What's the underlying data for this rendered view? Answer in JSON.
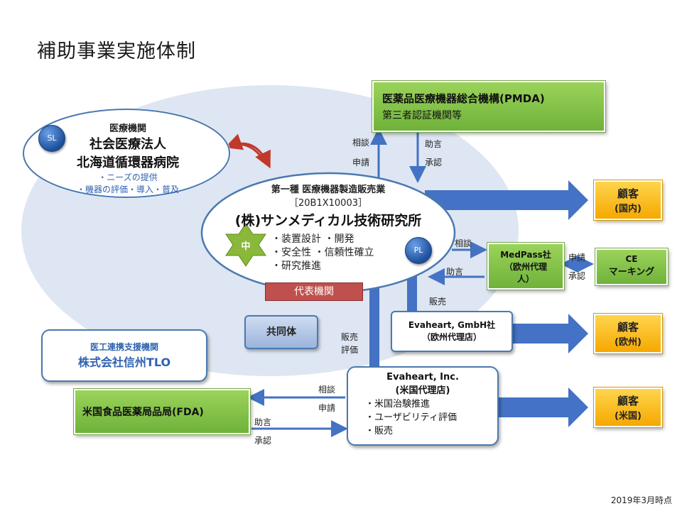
{
  "title": "補助事業実施体制",
  "date_note": "2019年3月時点",
  "medical": {
    "badge": "SL",
    "line1": "医療機関",
    "line2": "社会医療法人",
    "line3": "北海道循環器病院",
    "bullet1": "・ニーズの提供",
    "bullet2": "・機器の評価・導入・普及"
  },
  "main_org": {
    "line1": "第一種 医療機器製造販売業",
    "line2": "［20B1X10003］",
    "name": "(株)サンメディカル技術研究所",
    "bullets": [
      "・装置設計 ・開発",
      "・安全性 ・信頼性確立",
      "・研究推進"
    ],
    "star": "中",
    "badge": "PL",
    "rep_label": "代表機関"
  },
  "joint_label": "共同体",
  "pmda": {
    "line1": "医薬品医療機器総合機構(PMDA)",
    "line2": "第三者認証機関等"
  },
  "medpass": {
    "line1": "MedPass社",
    "line2": "（欧州代理",
    "line3": "人）"
  },
  "ce": {
    "line1": "CE",
    "line2": "マーキング"
  },
  "gmbh": {
    "line1": "Evaheart, GmbH社",
    "line2": "（欧州代理店）"
  },
  "inc": {
    "line1": "Evaheart, Inc.",
    "line2": "(米国代理店)",
    "bullets": [
      "・米国治験推進",
      "・ユーザビリティ評価",
      "・販売"
    ]
  },
  "fda": "米国食品医薬局品局(FDA)",
  "tlo": {
    "line1": "医工連携支援機関",
    "line2": "株式会社信州TLO"
  },
  "customers": [
    {
      "line1": "顧客",
      "line2": "(国内)"
    },
    {
      "line1": "顧客",
      "line2": "(欧州)"
    },
    {
      "line1": "顧客",
      "line2": "(米国)"
    }
  ],
  "labels": {
    "consult": "相談",
    "apply": "申請",
    "advice": "助言",
    "approve": "承認",
    "sales": "販売",
    "evaluate": "評価"
  },
  "colors": {
    "arrow": "#4472c4",
    "green": "#7cbf45",
    "orange": "#f5a800",
    "ellipse": "#dde6f2",
    "red_arrow": "#c0392b"
  }
}
